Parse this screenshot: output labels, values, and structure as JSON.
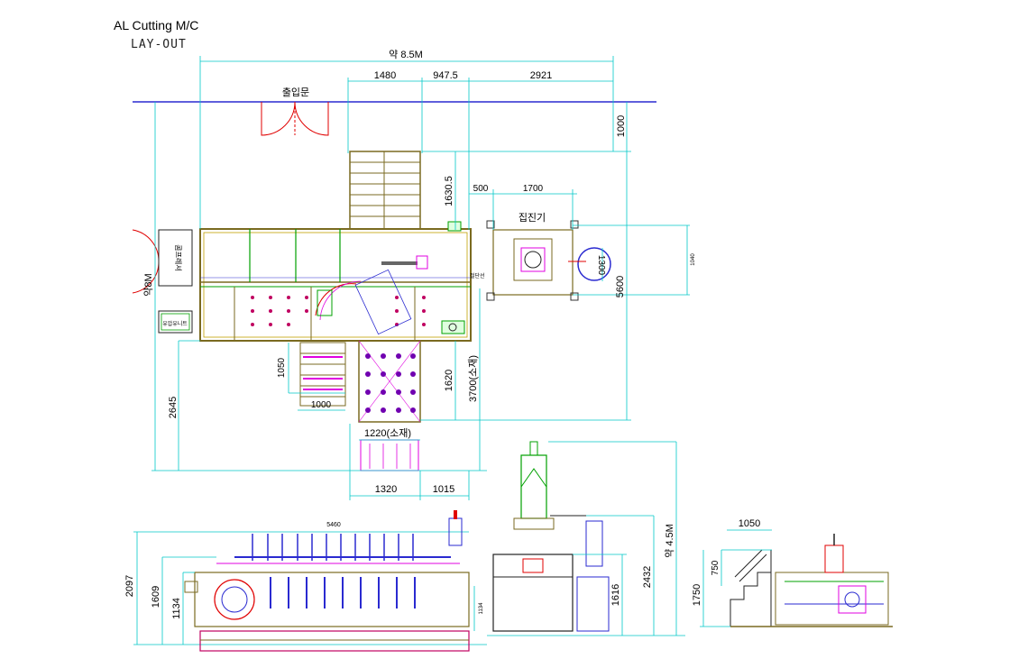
{
  "title": "AL Cutting M/C",
  "subtitle": "LAY-OUT",
  "labels": {
    "entrance_door": "출입문",
    "dust_collector": "집진기",
    "cut_line": "절단선",
    "side_box_top": "콤프레셔",
    "side_box_bottom": "유압유니트",
    "width_about": "약 8.5M",
    "height_about": "약8M",
    "elevation_height": "약 4.5M"
  },
  "dimensions": {
    "top_1480": "1480",
    "top_947_5": "947.5",
    "top_2921": "2921",
    "right_1000": "1000",
    "d_1630_5": "1630.5",
    "d_500": "500",
    "d_1700": "1700",
    "d_1300": "1300",
    "d_1040": "1040",
    "d_5600": "5600",
    "d_1050": "1050",
    "d_1000": "1000",
    "d_1620": "1620",
    "d_3700": "3700(소재)",
    "d_1220": "1220(소재)",
    "d_2645": "2645",
    "d_1320": "1320",
    "d_1015": "1015",
    "e_5460": "5460",
    "e_2097": "2097",
    "e_1609": "1609",
    "e_1134": "1134",
    "e_1134_small": "1134",
    "e_1616": "1616",
    "e_2432": "2432",
    "e_1750": "1750",
    "e_750": "750",
    "e_1050": "1050"
  },
  "colors": {
    "dimension": "#00c8c8",
    "wall": "#2a2ad0",
    "door": "#e00000",
    "frame": "#7a6a20",
    "magenta": "#e000e0",
    "green": "#00a000"
  }
}
